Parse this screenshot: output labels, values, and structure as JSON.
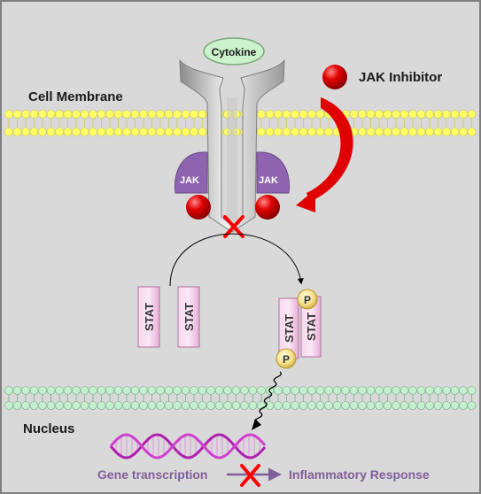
{
  "labels": {
    "cytokine": "Cytokine",
    "jak_inhibitor": "JAK Inhibitor",
    "cell_membrane": "Cell Membrane",
    "jak_left": "JAK",
    "jak_right": "JAK",
    "stat_1": "STAT",
    "stat_2": "STAT",
    "stat_3": "STAT",
    "stat_4": "STAT",
    "phospho_top": "P",
    "phospho_bottom": "P",
    "nucleus": "Nucleus",
    "gene_transcription": "Gene transcription",
    "inflammatory_response": "Inflammatory Response"
  },
  "colors": {
    "background": "#d9d9d9",
    "membrane_lipid": "#ffff66",
    "nuclear_lipid": "#c6efce",
    "jak": "#8e64b0",
    "inhibitor": "#e00000",
    "stat": "#f2c6e6",
    "phosphate": "#f5e08a",
    "dna": "#cc33cc",
    "block_x": "#ff0000",
    "text_purple": "#7f5f99"
  }
}
